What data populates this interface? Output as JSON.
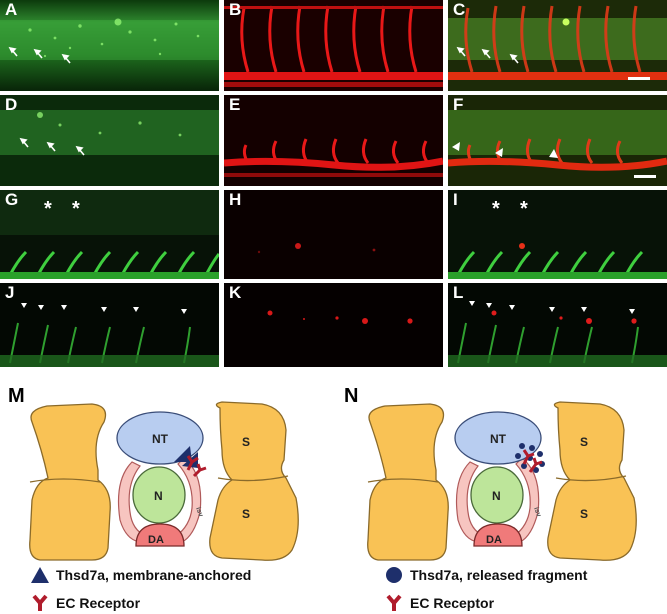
{
  "figure": {
    "panel_labels": [
      "A",
      "B",
      "C",
      "D",
      "E",
      "F",
      "G",
      "H",
      "I",
      "J",
      "K",
      "L"
    ],
    "markers": {
      "star": "*"
    },
    "colors": {
      "green": "#3fdc3f",
      "red": "#ff2020",
      "black": "#000000"
    }
  },
  "diagram_m": {
    "label": "M",
    "nt": "NT",
    "n": "N",
    "da": "DA",
    "s_upper": "S",
    "s_lower": "S",
    "isv": "isv",
    "legend_primary": "Thsd7a, membrane-anchored",
    "legend_receptor": "EC Receptor"
  },
  "diagram_n": {
    "label": "N",
    "nt": "NT",
    "n": "N",
    "da": "DA",
    "s_upper": "S",
    "s_lower": "S",
    "isv": "isv",
    "legend_primary": "Thsd7a, released fragment",
    "legend_receptor": "EC Receptor"
  },
  "diagram_colors": {
    "somite": "#f9c255",
    "somite_stroke": "#8a6a2a",
    "neural_tube": "#b8cdf0",
    "notochord": "#bde59a",
    "aorta": "#f07a7a",
    "isv": "#f7c5c0",
    "thsd7a": "#1e2f6b",
    "receptor": "#b01c2c"
  }
}
